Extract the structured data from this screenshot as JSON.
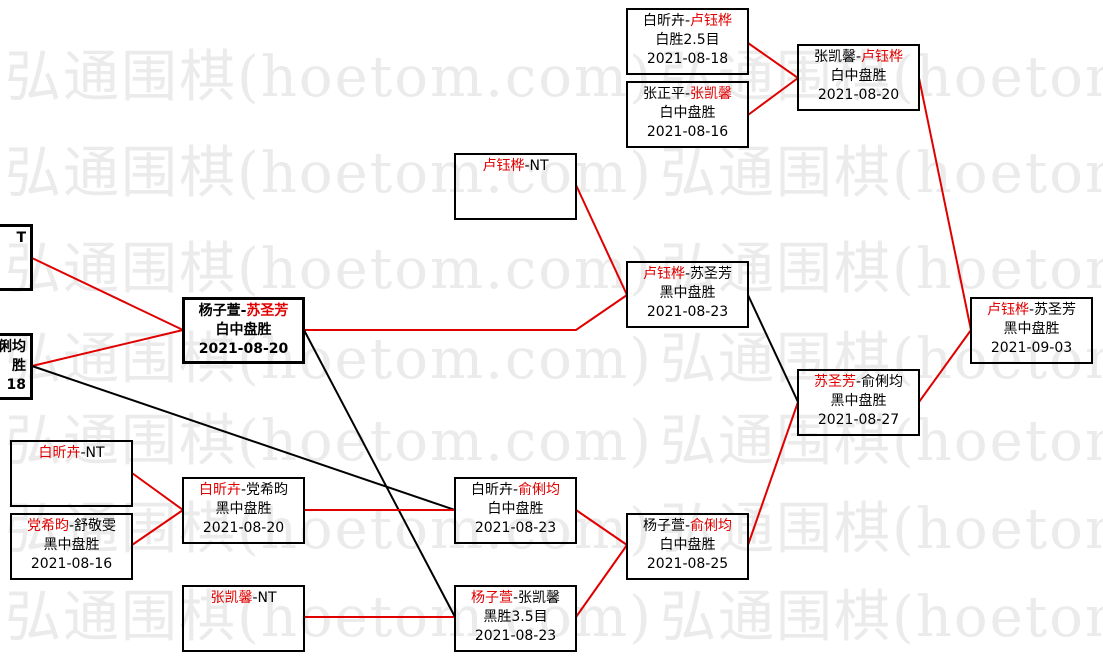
{
  "watermark": "弘通围棋(hoetom.com)",
  "colors": {
    "winner": "#e00000",
    "line_red": "#e00000",
    "line_black": "#000000"
  },
  "matches": [
    {
      "id": "m1",
      "p1": "白昕卉",
      "sep": "-",
      "p2": "卢钰桦",
      "winner": 2,
      "result": "白胜2.5目",
      "date": "2021-08-18"
    },
    {
      "id": "m2",
      "p1": "张正平",
      "sep": "-",
      "p2": "张凯馨",
      "winner": 2,
      "result": "白中盘胜",
      "date": "2021-08-16"
    },
    {
      "id": "m3",
      "p1": "张凯馨",
      "sep": "-",
      "p2": "卢钰桦",
      "winner": 2,
      "result": "白中盘胜",
      "date": "2021-08-20"
    },
    {
      "id": "m4",
      "p1": "卢钰桦",
      "sep": "-",
      "p2": "NT",
      "winner": 1,
      "result": "",
      "date": ""
    },
    {
      "id": "m5",
      "p1": "卢钰桦",
      "sep": "-",
      "p2": "苏圣芳",
      "winner": 1,
      "result": "黑中盘胜",
      "date": "2021-08-23"
    },
    {
      "id": "m6",
      "p1": "卢钰桦",
      "sep": "-",
      "p2": "苏圣芳",
      "winner": 1,
      "result": "黑中盘胜",
      "date": "2021-09-03"
    },
    {
      "id": "m7",
      "p1": "",
      "sep": "",
      "p2": "T",
      "winner": 0,
      "result": "",
      "date": ""
    },
    {
      "id": "m8",
      "p1": "杨子萱",
      "sep": "-",
      "p2": "苏圣芳",
      "winner": 2,
      "result": "白中盘胜",
      "date": "2021-08-20"
    },
    {
      "id": "m9",
      "p1": "",
      "sep": "",
      "p2": "俐均",
      "winner": 0,
      "result": "胜",
      "date": "18"
    },
    {
      "id": "m10",
      "p1": "苏圣芳",
      "sep": "-",
      "p2": "俞俐均",
      "winner": 1,
      "result": "黑中盘胜",
      "date": "2021-08-27"
    },
    {
      "id": "m11",
      "p1": "白昕卉",
      "sep": "-",
      "p2": "NT",
      "winner": 1,
      "result": "",
      "date": ""
    },
    {
      "id": "m12",
      "p1": "白昕卉",
      "sep": "-",
      "p2": "党希昀",
      "winner": 1,
      "result": "黑中盘胜",
      "date": "2021-08-20"
    },
    {
      "id": "m13",
      "p1": "白昕卉",
      "sep": "-",
      "p2": "俞俐均",
      "winner": 2,
      "result": "白中盘胜",
      "date": "2021-08-23"
    },
    {
      "id": "m14",
      "p1": "杨子萱",
      "sep": "-",
      "p2": "俞俐均",
      "winner": 2,
      "result": "白中盘胜",
      "date": "2021-08-25"
    },
    {
      "id": "m15",
      "p1": "党希昀",
      "sep": "-",
      "p2": "舒敬雯",
      "winner": 1,
      "result": "黑中盘胜",
      "date": "2021-08-16"
    },
    {
      "id": "m16",
      "p1": "张凯馨",
      "sep": "-",
      "p2": "NT",
      "winner": 1,
      "result": "",
      "date": ""
    },
    {
      "id": "m17",
      "p1": "杨子萱",
      "sep": "-",
      "p2": "张凯馨",
      "winner": 1,
      "result": "黑胜3.5目",
      "date": "2021-08-23"
    }
  ]
}
